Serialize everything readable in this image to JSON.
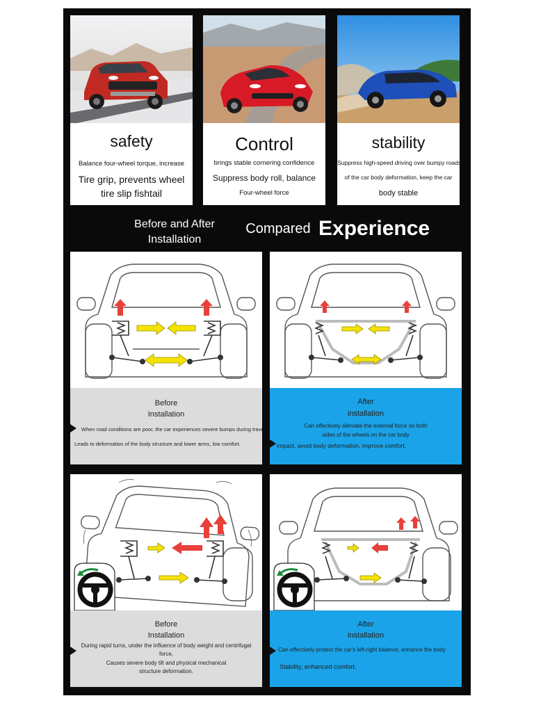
{
  "features": [
    {
      "title": "safety",
      "lines": [
        "Balance four-wheel torque, increase",
        "Tire grip, prevents wheel",
        "tire slip fishtail"
      ]
    },
    {
      "title": "Control",
      "lines": [
        "brings stable cornering confidence",
        "Suppress body roll, balance",
        "Four-wheel force"
      ]
    },
    {
      "title": "stability",
      "lines": [
        "Suppress high-speed driving over bumpy roads",
        "of the car body deformation, keep the car",
        "body stable"
      ]
    }
  ],
  "comparison_heading": {
    "left_line1": "Before and After",
    "left_line2": "Installation",
    "compared": "Compared",
    "experience": "Experience"
  },
  "panels": [
    {
      "title_line1": "Before",
      "title_line2": "Installation",
      "text": [
        "When road conditions are poor, the car experiences severe bumps during travel.",
        "Leads to deformation of the body structure and lower arms, low comfort."
      ]
    },
    {
      "title_line1": "After",
      "title_line2": "installation",
      "text": [
        "Can effectively alleviate the external force on both sides of the wheels on the car body",
        "impact, avoid body deformation, improve comfort."
      ]
    },
    {
      "title_line1": "Before",
      "title_line2": "Installation",
      "text": [
        "During rapid turns, under the influence of body weight and centrifugal force,",
        "Causes severe body tilt and physical mechanical structure deformation."
      ]
    },
    {
      "title_line1": "After",
      "title_line2": "installation",
      "text": [
        "Can effectively protect the car's left-right balance, enhance the body",
        "Stability, enhanced comfort."
      ]
    }
  ],
  "colors": {
    "frame": "#0a0a0a",
    "after_blue": "#1aa3e8",
    "before_gray": "#dcdcdc",
    "force_yellow": "#f4e300",
    "force_red": "#e8403a"
  }
}
